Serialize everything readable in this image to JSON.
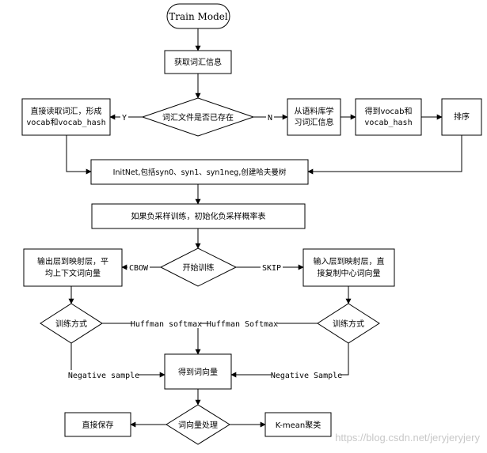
{
  "nodes": {
    "start": "Train Model",
    "get_vocab": "获取词汇信息",
    "vocab_exists": "词汇文件是否已存在",
    "read_vocab_line1": "直接读取词汇，形成",
    "read_vocab_line2": "vocab和vocab_hash",
    "learn_vocab_line1": "从语料库学",
    "learn_vocab_line2": "习词汇信息",
    "got_vocab_line1": "得到vocab和",
    "got_vocab_line2": "vocab_hash",
    "sort": "排序",
    "init_net": "InitNet,包括syn0、syn1、syn1neg,创建哈夫曼树",
    "neg_table": "如果负采样训练，初始化负采样概率表",
    "start_train": "开始训练",
    "cbow_box_line1": "输出层到映射层，平",
    "cbow_box_line2": "均上下文词向量",
    "skip_box_line1": "输入层到映射层，直",
    "skip_box_line2": "接复制中心词向量",
    "train_method_left": "训练方式",
    "train_method_right": "训练方式",
    "got_vectors": "得到词向量",
    "vector_process": "词向量处理",
    "save": "直接保存",
    "kmeans": "K-mean聚类"
  },
  "edge_labels": {
    "yes": "Y",
    "no": "N",
    "cbow": "CBOW",
    "skip": "SKIP",
    "hs_left": "Huffman softmax",
    "hs_right": "Huffman Softmax",
    "neg_left": "Negative sample",
    "neg_right": "Negative Sample"
  },
  "watermark": "https://blog.csdn.net/jeryjeryjery"
}
